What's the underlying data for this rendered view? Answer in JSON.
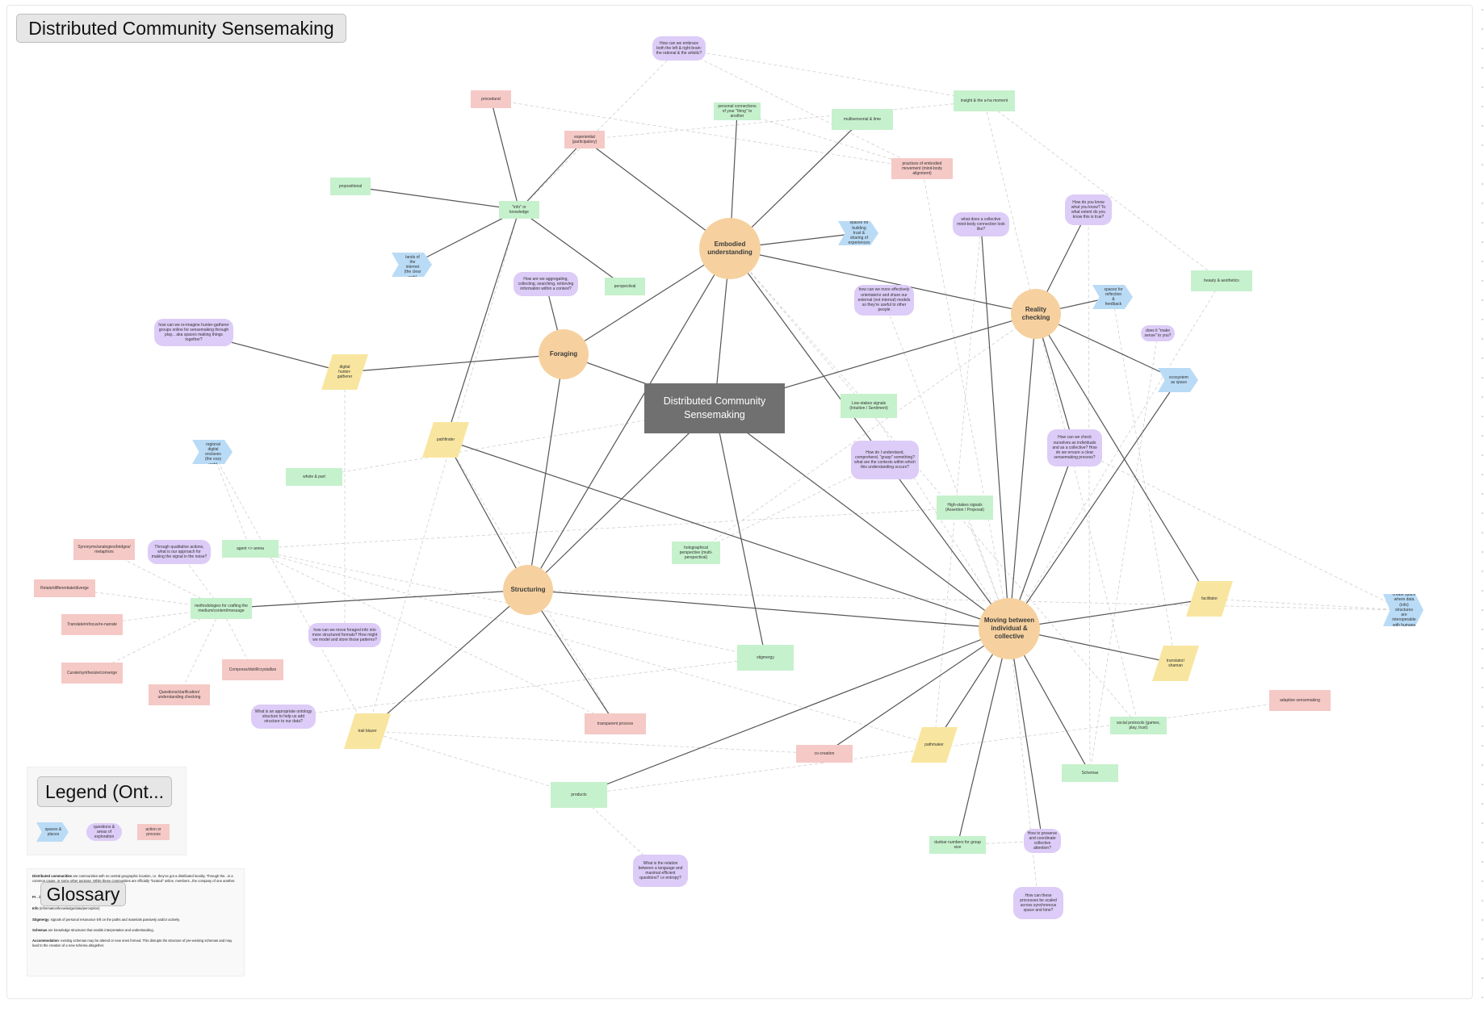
{
  "title": "Distributed Community Sensemaking",
  "center_label": "Distributed Community Sensemaking",
  "hubs": [
    {
      "id": "embodied",
      "label": "Embodied understanding"
    },
    {
      "id": "foraging",
      "label": "Foraging"
    },
    {
      "id": "reality",
      "label": "Reality checking"
    },
    {
      "id": "structuring",
      "label": "Structuring"
    },
    {
      "id": "moving",
      "label": "Moving between individual & collective"
    }
  ],
  "nodes": [
    {
      "id": "g_info",
      "kind": "green",
      "label": "\"info\" or knowledge"
    },
    {
      "id": "g_prop",
      "kind": "green",
      "label": "propositional"
    },
    {
      "id": "g_persp",
      "kind": "green",
      "label": "perspectival"
    },
    {
      "id": "g_personal",
      "kind": "green",
      "label": "personal connections of your \"thing\" to another"
    },
    {
      "id": "g_multisens",
      "kind": "green",
      "label": "multisensorial & time"
    },
    {
      "id": "g_insight",
      "kind": "green",
      "label": "insight & the a-ha moment"
    },
    {
      "id": "g_beauty",
      "kind": "green",
      "label": "beauty & aesthetics"
    },
    {
      "id": "g_lowstakes",
      "kind": "green",
      "label": "Low-stakes signals (Intuition / Sentiment)"
    },
    {
      "id": "g_highstakes",
      "kind": "green",
      "label": "High-stakes signals (Assertion / Proposal)"
    },
    {
      "id": "g_whole",
      "kind": "green",
      "label": "whole & part"
    },
    {
      "id": "g_agent",
      "kind": "green",
      "label": "agent <> arena"
    },
    {
      "id": "g_method",
      "kind": "green",
      "label": "methodologies for crafting the medium/content/message"
    },
    {
      "id": "g_holo",
      "kind": "green",
      "label": "holographical perspective (multi-perspectival)"
    },
    {
      "id": "g_stigmergy",
      "kind": "green",
      "label": "stigmergy"
    },
    {
      "id": "g_products",
      "kind": "green",
      "label": "products"
    },
    {
      "id": "g_schemas",
      "kind": "green",
      "label": "Schemas"
    },
    {
      "id": "g_dunbar",
      "kind": "green",
      "label": "dunbar numbers for group size"
    },
    {
      "id": "g_social",
      "kind": "green",
      "label": "social protocols (games, play, trust)"
    },
    {
      "id": "r_procedural",
      "kind": "red",
      "label": "procedural"
    },
    {
      "id": "r_experiential",
      "kind": "red",
      "label": "experiential (participatory)"
    },
    {
      "id": "r_practices",
      "kind": "red",
      "label": "practices of embodied movement (mind-body alignment)"
    },
    {
      "id": "r_synonyms",
      "kind": "red",
      "label": "Synonyms/analogies/bridges/ metaphors"
    },
    {
      "id": "r_relate",
      "kind": "red",
      "label": "Relate/differentiate/diverge"
    },
    {
      "id": "r_translate",
      "kind": "red",
      "label": "Translate/refocus/re-narrate"
    },
    {
      "id": "r_curate",
      "kind": "red",
      "label": "Curate/synthesize/converge"
    },
    {
      "id": "r_compress",
      "kind": "red",
      "label": "Compress/distill/crystallize"
    },
    {
      "id": "r_questions",
      "kind": "red",
      "label": "Questions/clarification/ understanding checking"
    },
    {
      "id": "r_transparent",
      "kind": "red",
      "label": "transparent process"
    },
    {
      "id": "r_cocreation",
      "kind": "red",
      "label": "co-creation"
    },
    {
      "id": "r_adaptive",
      "kind": "red",
      "label": "adaptive sensemaking"
    },
    {
      "id": "p_embrace",
      "kind": "purple",
      "label": "How can we embrace both the left & right brain: the rational & the artistic?"
    },
    {
      "id": "p_aggregating",
      "kind": "purple",
      "label": "How are we aggregating, collecting, searching, retrieving information within a context?"
    },
    {
      "id": "p_hunter",
      "kind": "purple",
      "label": "how can we re-imagine hunter-gatherer groups online for sensemaking through play... aka spaces making things together?"
    },
    {
      "id": "p_collective",
      "kind": "purple",
      "label": "what does a collective mind-body connection look like?"
    },
    {
      "id": "p_howdoyou",
      "kind": "purple",
      "label": "How do you know what you know? To what extent do you know this is true?"
    },
    {
      "id": "p_orientation",
      "kind": "purple",
      "label": "how can we more effectively orientate/or and share our external (not internal) models so they're useful to other people"
    },
    {
      "id": "p_makesense",
      "kind": "purple",
      "label": "does it \"make sense\" to you?"
    },
    {
      "id": "p_checkourselves",
      "kind": "purple",
      "label": "How can we check ourselves as individuals and as a collective? How do we ensure a clear sensemaking process?"
    },
    {
      "id": "p_understood",
      "kind": "purple",
      "label": "How do I understand, comprehend, \"grasp\" something? what are the contexts within which this understanding occurs?"
    },
    {
      "id": "p_qualitative",
      "kind": "purple",
      "label": "Through qualitative actions, what is our approach for making the signal in the noise?"
    },
    {
      "id": "p_forage",
      "kind": "purple",
      "label": "how can we move foraged info into more structured formats? How might we model and store those patterns?"
    },
    {
      "id": "p_ontology",
      "kind": "purple",
      "label": "What is an appropriate ontology structure to help us add structure to our data?"
    },
    {
      "id": "p_relation",
      "kind": "purple",
      "label": "What is the relation between a language and maximal efficient questions? i.e entropy?"
    },
    {
      "id": "p_preserve",
      "kind": "purple",
      "label": "How to preserve and coordinate collective attention?"
    },
    {
      "id": "p_processes",
      "kind": "purple",
      "label": "How can these processes be scaled across synchronous space and time?"
    },
    {
      "id": "b_nextlands",
      "kind": "blue",
      "label": "the next lands of the internet (the clear web)"
    },
    {
      "id": "b_spacesbuilding",
      "kind": "blue",
      "label": "spaces for building trust & sharing of experiences"
    },
    {
      "id": "b_reflection",
      "kind": "blue",
      "label": "spaces for reflection & feedback"
    },
    {
      "id": "b_ecosystem",
      "kind": "blue",
      "label": "ecosystem as space"
    },
    {
      "id": "b_smaller",
      "kind": "blue",
      "label": "smaller regional digital enclaves (the cozy web)"
    },
    {
      "id": "b_createspace",
      "kind": "blue",
      "label": "create space where data (info) structures are interoperable with humans"
    },
    {
      "id": "y_digital",
      "kind": "yellow",
      "label": "digital hunter-gatherer"
    },
    {
      "id": "y_pathfinder",
      "kind": "yellow",
      "label": "pathfinder"
    },
    {
      "id": "y_trailblazer",
      "kind": "yellow",
      "label": "trail blazer"
    },
    {
      "id": "y_facilitator",
      "kind": "yellow",
      "label": "facilitator"
    },
    {
      "id": "y_translator",
      "kind": "yellow",
      "label": "translator/ shaman"
    },
    {
      "id": "y_pathmaker",
      "kind": "yellow",
      "label": "pathmaker"
    }
  ],
  "legend": {
    "title": "Legend (Ont...",
    "items": [
      {
        "kind": "blue",
        "label": "spaces & places"
      },
      {
        "kind": "purple",
        "label": "questions & areas of exploration"
      },
      {
        "kind": "red",
        "label": "action or process"
      }
    ]
  },
  "glossary": {
    "title": "Glossary",
    "lines": [
      {
        "term": "Distributed communities",
        "text": " are communities with no central geographic location, i.e. they've got a distributed locality. Through the...in a common cause, or some other purpose. While these communities are officially \"located\" online, members...the company of one another."
      },
      {
        "term": "Pr",
        "text": "...ible structure."
      },
      {
        "term": "Info",
        "text": " (information/knowledge/data/perception)"
      },
      {
        "term": "Stigmergy",
        "text": ": signals of personal resonance left on the paths and materials passively and/or actively."
      },
      {
        "term": "Schemas",
        "text": " are knowledge structures that enable interpretation and understanding."
      },
      {
        "term": "Accommodation",
        "text": ": existing schemas may be altered or new ones formed. This disrupts the structure of pre-existing schemas and may lead to the creation of a new schema altogether."
      }
    ]
  }
}
